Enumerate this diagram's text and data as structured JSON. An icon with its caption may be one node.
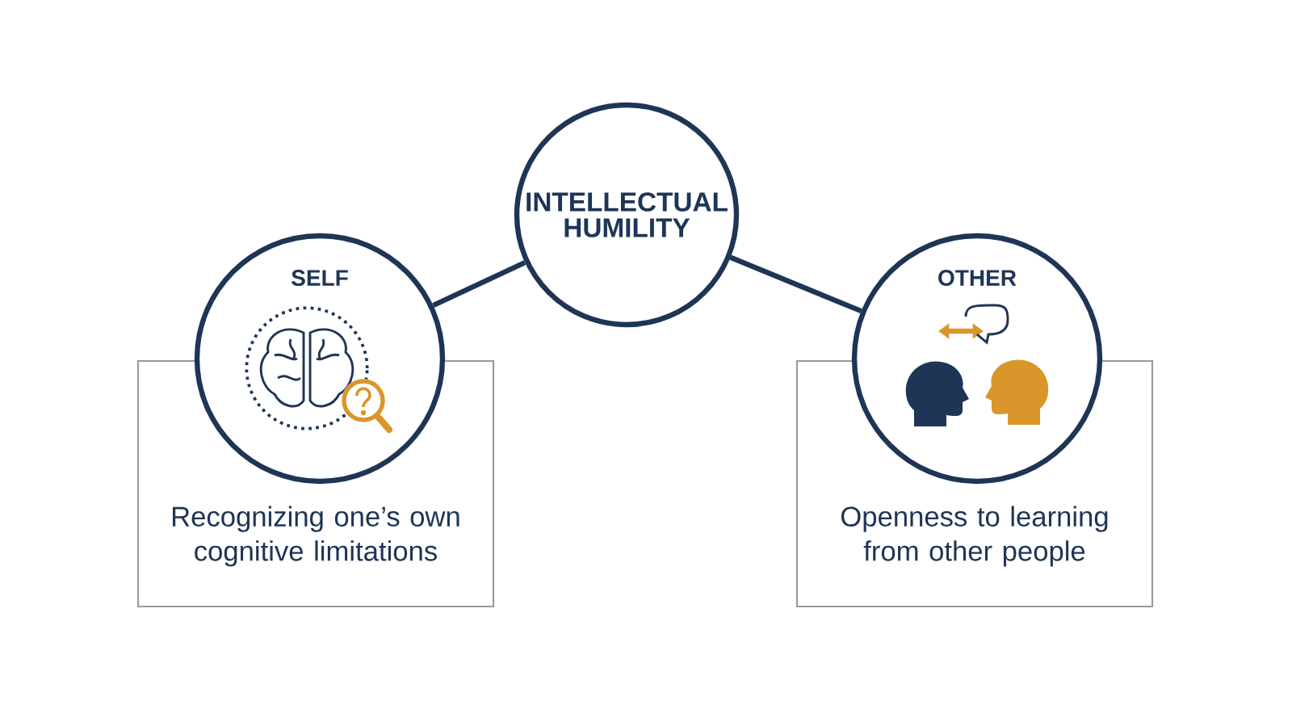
{
  "diagram": {
    "nodes": [
      {
        "text": [
          "INTELLECTUAL HUMILITY"
        ]
      },
      {
        "text": [
          "SELF"
        ]
      },
      {
        "text": [
          "OTHER"
        ]
      },
      {
        "text": [
          "Recognizing one’s own cognitive limitations"
        ]
      },
      {
        "text": [
          "Openness to learning from other people"
        ]
      }
    ],
    "edges": [
      {
        "from": 0,
        "to": 1,
        "arrow": "none"
      },
      {
        "from": 0,
        "to": 2,
        "arrow": "none"
      }
    ]
  }
}
